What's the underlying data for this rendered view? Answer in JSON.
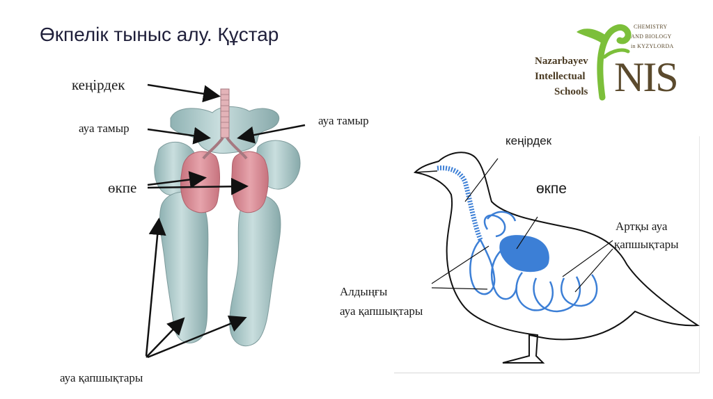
{
  "slide": {
    "title": "Өкпелік тыныс алу.  Құстар"
  },
  "logo": {
    "line1": "Nazarbayev",
    "line2": "Intellectual",
    "line3": "Schools",
    "brand": "NIS",
    "tag1": "CHEMISTRY",
    "tag2": "AND BIOLOGY",
    "tag3": "in KYZYLORDA",
    "brown": "#5b4a2d",
    "green": "#7cbf3a"
  },
  "left_diagram": {
    "label_trachea": "кеңірдек",
    "label_airway_left": "ауа тамыр",
    "label_airway_right": "ауа тамыр",
    "label_lungs": "өкпе",
    "label_air_sacs": "ауа қапшықтары",
    "sac_color": "#a9c7c7",
    "lung_color": "#d98b95"
  },
  "right_diagram": {
    "label_trachea": "кеңірдек",
    "label_lungs": "өкпе",
    "label_rear_sacs_1": "Артқы ауа",
    "label_rear_sacs_2": "қапшықтары",
    "label_front_sacs_1": "Алдыңғы",
    "label_front_sacs_2": "ауа қапшықтары",
    "organ_color": "#3c7fd6"
  }
}
